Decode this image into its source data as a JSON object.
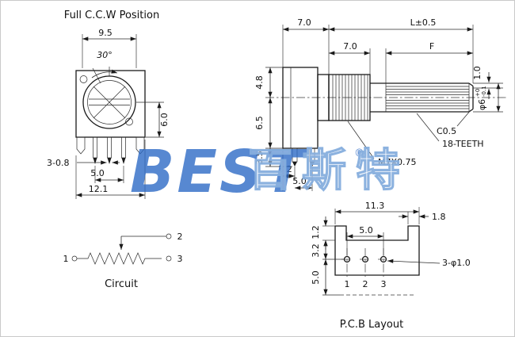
{
  "watermark": {
    "brand": "BEST",
    "registered": "®",
    "cjk": "百斯特"
  },
  "front_view": {
    "title": "Full C.C.W Position",
    "dims": {
      "top_width": "9.5",
      "rotation_angle": "30°",
      "center_to_bottom": "6.0",
      "terminal_width": "3-0.8",
      "terminal_span": "5.0",
      "overall_width": "12.1"
    }
  },
  "side_view": {
    "dims": {
      "body_depth": "7.0",
      "shaft_length": "L±0.5",
      "thread_length": "7.0",
      "flat_length": "F",
      "flat_depth": "1.0",
      "upper_height": "4.8",
      "lower_height": "6.5",
      "terminal_length": "3.5",
      "terminal_offset": "3.2",
      "terminal_pitch": "5.0",
      "shaft_diameter": "φ6",
      "shaft_tol_upper": "+0",
      "shaft_tol_lower": "-0.1"
    },
    "labels": {
      "chamfer": "C0.5",
      "teeth": "18-TEETH",
      "thread_spec": "M7X0.75"
    }
  },
  "circuit": {
    "title": "Circuit",
    "terminals": {
      "t1": "1",
      "t2": "2",
      "t3": "3"
    }
  },
  "pcb": {
    "title": "P.C.B Layout",
    "dims": {
      "overall_width": "11.3",
      "ear_width": "1.8",
      "ear_height": "1.2",
      "hole_span": "5.0",
      "row_offset": "3.2",
      "edge_offset": "5.0",
      "holes": "3-φ1.0"
    },
    "pins": {
      "p1": "1",
      "p2": "2",
      "p3": "3"
    }
  }
}
